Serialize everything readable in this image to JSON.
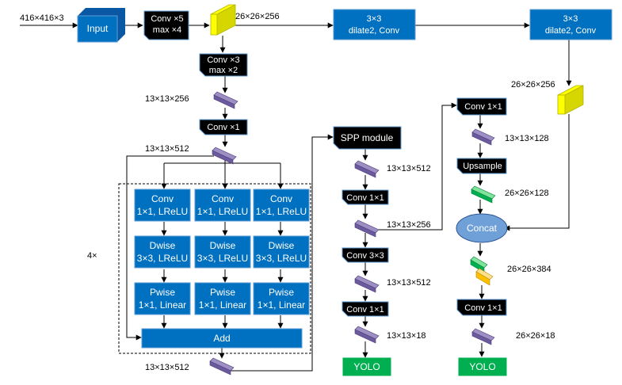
{
  "input": {
    "dims": "416×416×3",
    "label": "Input"
  },
  "backbone": {
    "conv5": [
      "Conv ×5",
      "max ×4"
    ],
    "feat1_dims": "26×26×256",
    "conv3": [
      "Conv ×3",
      "max ×2"
    ],
    "feat2_dims": "13×13×256",
    "conv1": "Conv ×1",
    "feat3_dims": "13×13×512"
  },
  "dilate": [
    [
      "3×3",
      "dilate2, Conv"
    ],
    [
      "3×3",
      "dilate2, Conv"
    ]
  ],
  "repeat_label": "4×",
  "branch": {
    "conv": [
      "Conv",
      "1×1, LReLU"
    ],
    "dwise": [
      "Dwise",
      "3×3, LReLU"
    ],
    "pwise": [
      "Pwise",
      "1×1, Linear"
    ],
    "add": "Add",
    "out_dims": "13×13×512"
  },
  "mid": {
    "spp": "SPP module",
    "spp_dims": "13×13×512",
    "conv1a": "Conv 1×1",
    "conv1a_dims": "13×13×256",
    "conv3": "Conv 3×3",
    "conv3_dims": "13×13×512",
    "conv1b": "Conv 1×1",
    "conv1b_dims": "13×13×18",
    "yolo": "YOLO"
  },
  "right": {
    "dilate_dims": "26×26×256",
    "conv1a": "Conv 1×1",
    "conv1a_dims": "13×13×128",
    "upsample": "Upsample",
    "upsample_dims": "26×26×128",
    "concat": "Concat",
    "concat_dims": "26×26×384",
    "conv1b": "Conv 1×1",
    "conv1b_dims": "26×26×18",
    "yolo": "YOLO"
  },
  "colors": {
    "block_blue": "#0070c0",
    "yellow": "#ffff00",
    "purple": "#6b5a9e",
    "green": "#00b050",
    "orange": "#ffc000",
    "concat": "#6fa0d8"
  }
}
